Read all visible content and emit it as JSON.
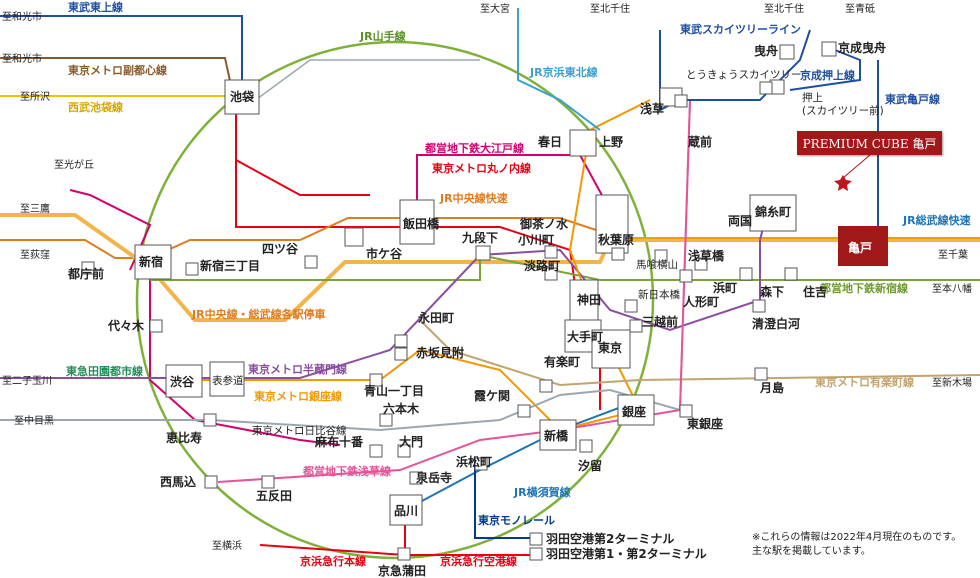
{
  "banner": "PREMIUM CUBE 亀戸",
  "notes": [
    "※これらの情報は2022年4月現在のものです。",
    "主な駅を掲載しています。"
  ],
  "lines": {
    "tobu_tojo": "東武東上線",
    "fukutoshin": "東京メトロ副都心線",
    "seibu_ikebukuro": "西武池袋線",
    "yamanote": "JR山手線",
    "keihin_tohoku": "JR京浜東北線",
    "skytree": "東武スカイツリーライン",
    "oshiage": "京成押上線",
    "kameido_line": "東武亀戸線",
    "oedo": "都営地下鉄大江戸線",
    "marunouchi": "東京メトロ丸ノ内線",
    "chuo_rapid": "JR中央線快速",
    "sobu_rapid": "JR総武線快速",
    "shinjuku_line": "都営地下鉄新宿線",
    "chuo_sobu_local": "JR中央線・総武線各駅停車",
    "denentoshi": "東急田園都市線",
    "hanzomon": "東京メトロ半蔵門線",
    "ginza": "東京メトロ銀座線",
    "yurakucho": "東京メトロ有楽町線",
    "hibiya": "東京メトロ日比谷線",
    "asakusa": "都営地下鉄浅草線",
    "yokosuka": "JR横須賀線",
    "monorail": "東京モノレール",
    "keikyu": "京浜急行本線",
    "keikyu_airport": "京浜急行空港線"
  },
  "destinations": [
    "至和光市",
    "至和光市",
    "至所沢",
    "至光が丘",
    "至三鷹",
    "至荻窪",
    "至二子玉川",
    "至中目黒",
    "至横浜",
    "至大宮",
    "至北千住",
    "至北千住",
    "至青砥",
    "至千葉",
    "至本八幡",
    "至新木場"
  ],
  "stations": {
    "ikebukuro": "池袋",
    "shinjuku": "新宿",
    "tochomae": "都庁前",
    "shinjuku3": "新宿三丁目",
    "yotsuya": "四ツ谷",
    "ichigaya": "市ケ谷",
    "iidabashi": "飯田橋",
    "kudanshita": "九段下",
    "ochanomizu": "御茶ノ水",
    "ogawamachi": "小川町",
    "awajicho": "淡路町",
    "kanda": "神田",
    "akihabara": "秋葉原",
    "ueno": "上野",
    "kasuga": "春日",
    "asakusa": "浅草",
    "kuramae": "蔵前",
    "ryogoku": "両国",
    "kinshicho": "錦糸町",
    "kameido": "亀戸",
    "oshiage": "押上",
    "oshiage_sub": "(スカイツリー前)",
    "hikifune": "曳舟",
    "keisei_hikifune": "京成曳舟",
    "tokyo_skytree": "とうきょうスカイツリー",
    "bakuro": "馬喰横山",
    "asakusabashi": "浅草橋",
    "hamacho": "浜町",
    "morishita": "森下",
    "sumiyoshi": "住吉",
    "ningyocho": "人形町",
    "shin_nihonbashi": "新日本橋",
    "mitsukoshimae": "三越前",
    "otemachi": "大手町",
    "tokyo": "東京",
    "kiyosumi": "清澄白河",
    "yurakucho": "有楽町",
    "ginza": "銀座",
    "higashi_ginza": "東銀座",
    "tsukishima": "月島",
    "shinbashi": "新橋",
    "shiodome": "汐留",
    "nagatacho": "永田町",
    "akasaka_mitsuke": "赤坂見附",
    "aoyama": "青山一丁目",
    "kasumigaseki": "霞ケ関",
    "roppongi": "六本木",
    "azabu": "麻布十番",
    "daimon": "大門",
    "hamamatsucho": "浜松町",
    "sengakuji": "泉岳寺",
    "shinagawa": "品川",
    "gotanda": "五反田",
    "nishi_magome": "西馬込",
    "ebisu": "恵比寿",
    "shibuya": "渋谷",
    "omotesando": "表参道",
    "yoyogi": "代々木",
    "keikyu_kamata": "京急蒲田",
    "haneda2": "羽田空港第2ターミナル",
    "haneda12": "羽田空港第1・第2ターミナル"
  },
  "colors": {
    "yamanote": "#7fb13a",
    "chuo_rapid": "#e07c20",
    "sobu_rapid": "#e8a200",
    "banner": "#a01818"
  }
}
